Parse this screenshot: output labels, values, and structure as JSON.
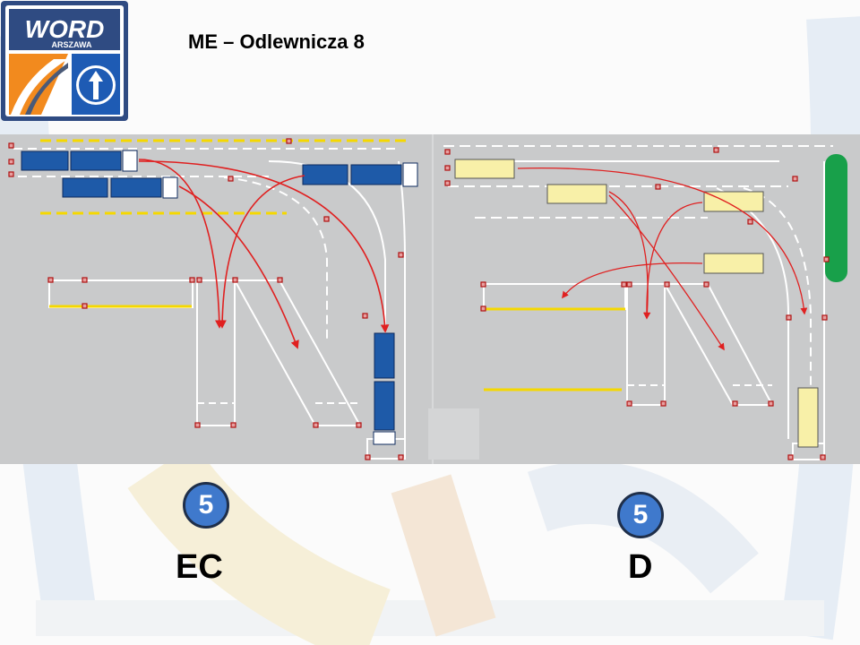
{
  "header": {
    "logo_text": "WORD",
    "logo_subtext": "ARSZAWA",
    "title": "ME – Odlewnicza 8"
  },
  "panels": [
    {
      "badge": "5",
      "category": "EC"
    },
    {
      "badge": "5",
      "category": "D"
    }
  ],
  "colors": {
    "asphalt": "#c9cacb",
    "lane_line": "#ffffff",
    "yellow_line": "#f5d800",
    "route_arrow": "#e02020",
    "truck": "#1e5aa8",
    "bus": "#f8f0a8",
    "badge": "#3f79cc",
    "green_island": "#18a04a"
  }
}
